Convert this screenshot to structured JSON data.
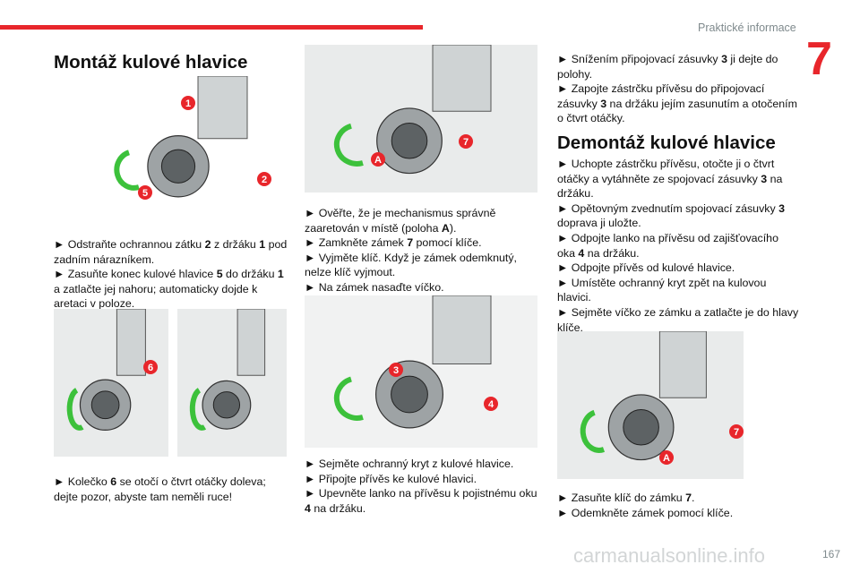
{
  "header": {
    "section": "Praktické informace",
    "chapter": "7",
    "page": "167",
    "accent": "#e8262b"
  },
  "watermark": "carmanualsonline.info",
  "left": {
    "title": "Montáž kulové hlavice",
    "fig1_labels": [
      "1",
      "2",
      "5"
    ],
    "steps1": [
      [
        {
          "t": "► Odstraňte ochrannou zátku "
        },
        {
          "t": "2",
          "b": true
        },
        {
          "t": " z držáku "
        },
        {
          "t": "1",
          "b": true
        },
        {
          "t": " pod zadním nárazníkem."
        }
      ],
      [
        {
          "t": "► Zasuňte konec kulové hlavice "
        },
        {
          "t": "5",
          "b": true
        },
        {
          "t": " do držáku "
        },
        {
          "t": "1",
          "b": true
        },
        {
          "t": " a zatlačte jej nahoru; automaticky dojde k aretaci v poloze."
        }
      ]
    ],
    "fig2_labels": [
      "6"
    ],
    "steps2": [
      [
        {
          "t": "► Kolečko "
        },
        {
          "t": "6",
          "b": true
        },
        {
          "t": " se otočí o čtvrt otáčky doleva; dejte pozor, abyste tam neměli ruce!"
        }
      ]
    ]
  },
  "middle": {
    "fig1_labels": [
      "7",
      "A"
    ],
    "steps1": [
      [
        {
          "t": "► Ověřte, že je mechanismus správně zaaretován v místě (poloha "
        },
        {
          "t": "A",
          "b": true
        },
        {
          "t": ")."
        }
      ],
      [
        {
          "t": "► Zamkněte zámek "
        },
        {
          "t": "7",
          "b": true
        },
        {
          "t": " pomocí klíče."
        }
      ],
      [
        {
          "t": "► Vyjměte klíč. Když je zámek odemknutý, nelze klíč vyjmout."
        }
      ],
      [
        {
          "t": "► Na zámek nasaďte víčko."
        }
      ]
    ],
    "fig2_labels": [
      "3",
      "4"
    ],
    "steps2": [
      [
        {
          "t": "► Sejměte ochranný kryt z kulové hlavice."
        }
      ],
      [
        {
          "t": "► Připojte přívěs ke kulové hlavici."
        }
      ],
      [
        {
          "t": "► Upevněte lanko na přívěsu k pojistnému oku "
        },
        {
          "t": "4",
          "b": true
        },
        {
          "t": " na držáku."
        }
      ]
    ]
  },
  "right": {
    "steps1": [
      [
        {
          "t": "► Snížením připojovací zásuvky "
        },
        {
          "t": "3",
          "b": true
        },
        {
          "t": " ji dejte do polohy."
        }
      ],
      [
        {
          "t": "► Zapojte zástrčku přívěsu do připojovací zásuvky "
        },
        {
          "t": "3",
          "b": true
        },
        {
          "t": " na držáku jejím zasunutím a otočením o čtvrt otáčky."
        }
      ]
    ],
    "title": "Demontáž kulové hlavice",
    "steps2": [
      [
        {
          "t": "► Uchopte zástrčku přívěsu, otočte ji o čtvrt otáčky a vytáhněte ze spojovací zásuvky "
        },
        {
          "t": "3",
          "b": true
        },
        {
          "t": " na držáku."
        }
      ],
      [
        {
          "t": "► Opětovným zvednutím spojovací zásuvky "
        },
        {
          "t": "3",
          "b": true
        },
        {
          "t": " doprava ji uložte."
        }
      ],
      [
        {
          "t": "► Odpojte lanko na přívěsu od zajišťovacího oka "
        },
        {
          "t": "4",
          "b": true
        },
        {
          "t": " na držáku."
        }
      ],
      [
        {
          "t": "► Odpojte přívěs od kulové hlavice."
        }
      ],
      [
        {
          "t": "► Umístěte ochranný kryt zpět na kulovou hlavici."
        }
      ],
      [
        {
          "t": "► Sejměte víčko ze zámku a zatlačte je do hlavy klíče."
        }
      ]
    ],
    "fig_labels": [
      "7",
      "A"
    ],
    "steps3": [
      [
        {
          "t": "► Zasuňte klíč do zámku "
        },
        {
          "t": "7",
          "b": true
        },
        {
          "t": "."
        }
      ],
      [
        {
          "t": "► Odemkněte zámek pomocí klíče."
        }
      ]
    ]
  }
}
